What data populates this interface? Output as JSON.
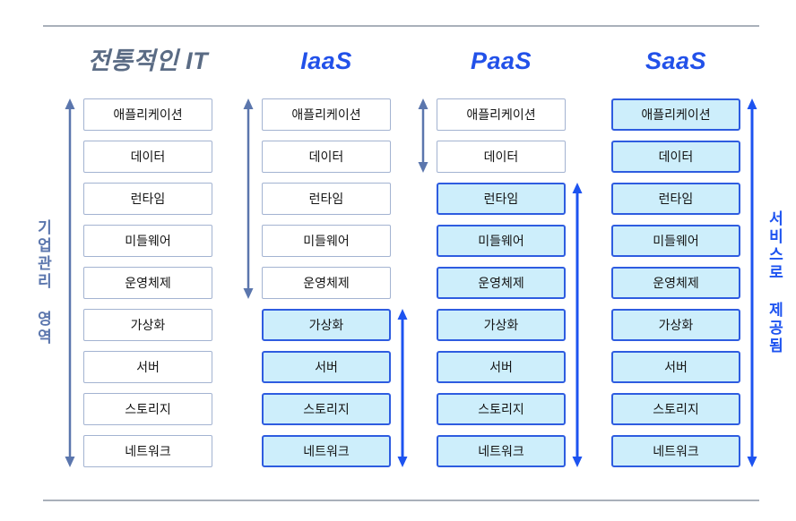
{
  "columns": [
    {
      "key": "traditional-it",
      "label": "전통적인 IT",
      "header_style": "slate",
      "managed_layers": 9,
      "service_layers": 0
    },
    {
      "key": "iaas",
      "label": "IaaS",
      "header_style": "blue",
      "managed_layers": 5,
      "service_layers": 4
    },
    {
      "key": "paas",
      "label": "PaaS",
      "header_style": "blue",
      "managed_layers": 2,
      "service_layers": 7
    },
    {
      "key": "saas",
      "label": "SaaS",
      "header_style": "blue",
      "managed_layers": 0,
      "service_layers": 9
    }
  ],
  "layers": [
    "애플리케이션",
    "데이터",
    "런타임",
    "미들웨어",
    "운영체제",
    "가상화",
    "서버",
    "스토리지",
    "네트워크"
  ],
  "left_axis_label": "기업관리 영역",
  "right_axis_label": "서비스로 제공됨",
  "colors": {
    "traditional_header": "#5a6b84",
    "accent_blue": "#2251e9",
    "managed_arrow": "#5b76ad",
    "service_arrow": "#1d53f0",
    "service_box_fill": "#cdeefb",
    "service_box_border": "#2e5ce0",
    "managed_box_fill": "#ffffff",
    "managed_box_border": "#a3b3d1",
    "divider_gray": "#a9b0ba",
    "layer_text": "#141414"
  }
}
